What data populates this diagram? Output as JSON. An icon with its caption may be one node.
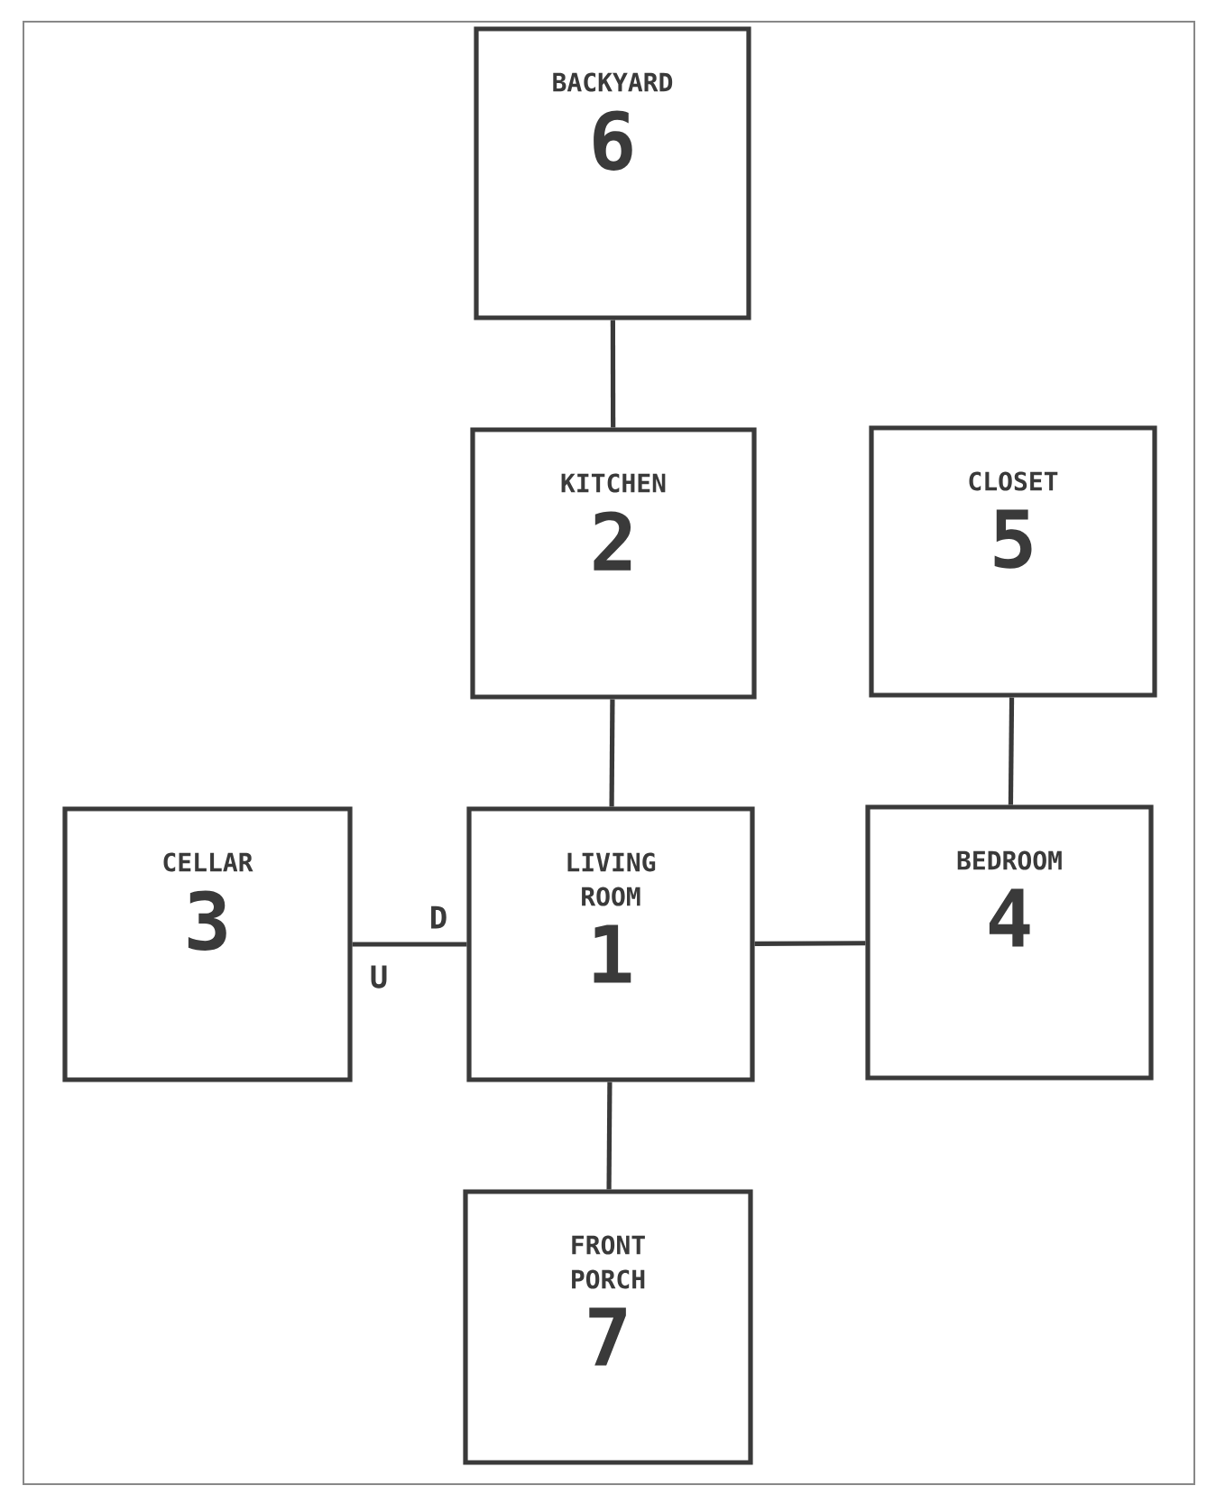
{
  "diagram": {
    "nodes": [
      {
        "text": [
          "BACKYARD",
          "6"
        ]
      },
      {
        "text": [
          "KITCHEN",
          "2"
        ]
      },
      {
        "text": [
          "CLOSET",
          "5"
        ]
      },
      {
        "text": [
          "CELLAR",
          "3"
        ]
      },
      {
        "text": [
          "LIVING ROOM",
          "1"
        ]
      },
      {
        "text": [
          "BEDROOM",
          "4"
        ]
      },
      {
        "text": [
          "FRONT PORCH",
          "7"
        ]
      }
    ],
    "edges": [
      {
        "from": 0,
        "to": 1,
        "arrow": "none"
      },
      {
        "from": 1,
        "to": 4,
        "arrow": "none"
      },
      {
        "from": 2,
        "to": 5,
        "arrow": "none"
      },
      {
        "from": 3,
        "to": 4,
        "arrow": "none"
      },
      {
        "from": 4,
        "to": 5,
        "arrow": "none"
      },
      {
        "from": 4,
        "to": 6,
        "arrow": "none"
      }
    ],
    "labels": [
      "D",
      "U"
    ]
  }
}
